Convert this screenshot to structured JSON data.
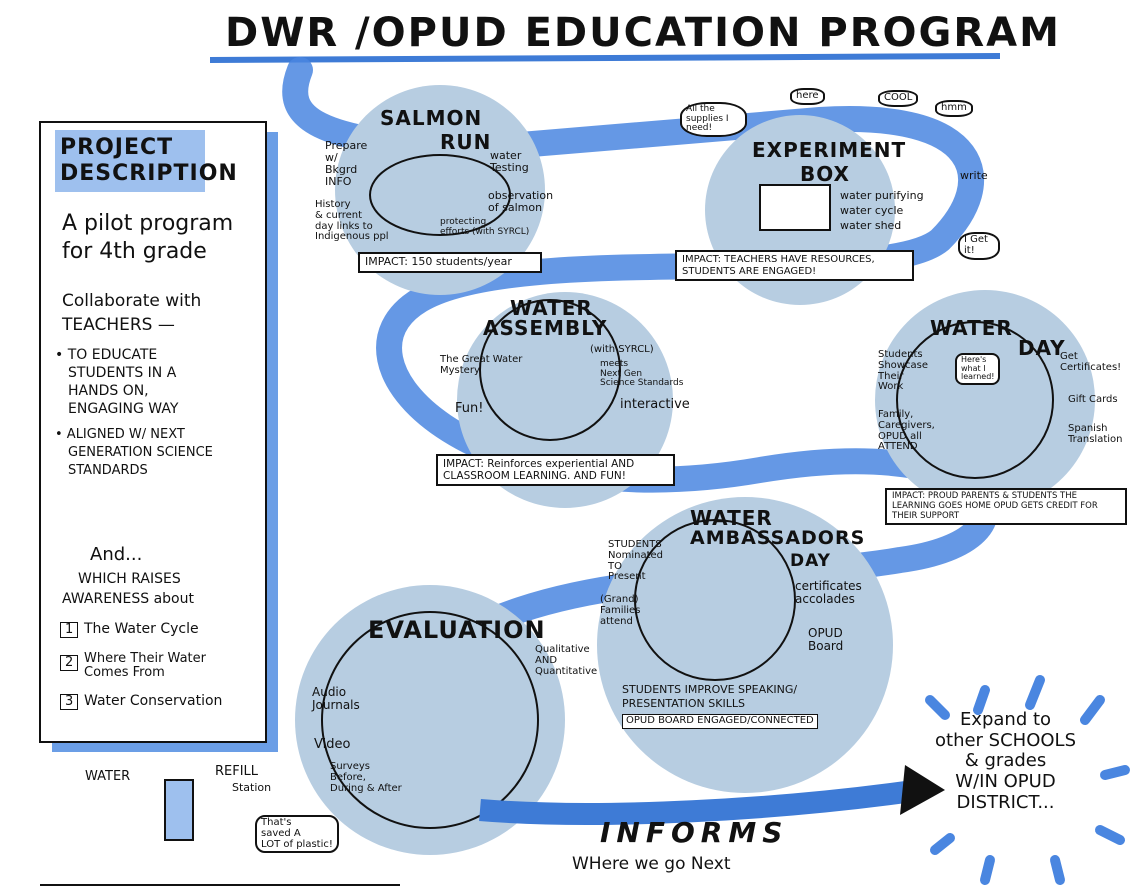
{
  "title": "DWR /OPUD EDUCATION PROGRAM",
  "project": {
    "heading_1": "PROJECT",
    "heading_2": "DESCRIPTION",
    "pilot": "A pilot program",
    "grade": "for 4th grade",
    "collab": "Collaborate with",
    "teachers": "TEACHERS —",
    "bullet1": [
      "• TO EDUCATE",
      "STUDENTS IN A",
      "HANDS ON,",
      "ENGAGING WAY"
    ],
    "bullet2": [
      "• ALIGNED W/ NEXT",
      "GENERATION SCIENCE",
      "STANDARDS"
    ],
    "and": "And...",
    "raises": [
      "WHICH RAISES",
      "AWARENESS about"
    ],
    "items": [
      {
        "num": "1",
        "text": "The Water Cycle"
      },
      {
        "num": "2",
        "text": "Where Their Water\nComes From"
      },
      {
        "num": "3",
        "text": "Water Conservation"
      }
    ]
  },
  "salmon": {
    "title_1": "SALMON",
    "title_2": "RUN",
    "left_1": "Prepare\nw/\nBkgrd\nINFO",
    "left_2": "History\n& current\nday links to\nIndigenous ppl",
    "right_1": "water\nTesting",
    "right_2": "observation\nof salmon",
    "right_3": "protecting\nefforts (with SYRCL)",
    "impact": "IMPACT: 150 students/year"
  },
  "experiment": {
    "title_1": "EXPERIMENT",
    "title_2": "BOX",
    "items": [
      "water purifying",
      "water cycle",
      "water shed"
    ],
    "bubble_supplies": "All the supplies I need!",
    "bubble_here": "here",
    "bubble_cool": "COOL",
    "bubble_hmm": "hmm",
    "write": "write",
    "get_it": "I Get it!",
    "impact": "IMPACT: TEACHERS HAVE RESOURCES, STUDENTS ARE ENGAGED!"
  },
  "assembly": {
    "title_1": "WATER",
    "title_2": "ASSEMBLY",
    "with": "(with SYRCL)",
    "mystery": "The Great Water\nMystery",
    "ngss": "meets\nNext Gen\nScience Standards",
    "interactive": "interactive",
    "fun": "Fun!",
    "impact": "IMPACT: Reinforces experiential AND CLASSROOM LEARNING. AND FUN!"
  },
  "waterday": {
    "title_1": "WATER",
    "title_2": "DAY",
    "showcase": "Students\nShowcase\nTheir\nWork",
    "learned": "Here's\nwhat I\nlearned!",
    "certificates": "Get\nCertificates!",
    "gift": "Gift Cards",
    "spanish": "Spanish\nTranslation",
    "family": "Family,\nCaregivers,\nOPUD all\nATTEND",
    "impact": "IMPACT: PROUD PARENTS & STUDENTS THE LEARNING GOES HOME OPUD GETS CREDIT FOR THEIR SUPPORT"
  },
  "ambassadors": {
    "title_1": "WATER",
    "title_2": "AMBASSADORS",
    "title_3": "DAY",
    "nominated": "STUDENTS\nNominated\nTO\nPresent",
    "families": "(Grand)\nFamilies\nattend",
    "certificates": "certificates\naccolades",
    "board": "OPUD\nBoard",
    "impact_1": "STUDENTS IMPROVE SPEAKING/",
    "impact_2": "PRESENTATION SKILLS",
    "impact_3": "OPUD BOARD ENGAGED/CONNECTED"
  },
  "evaluation": {
    "title": "EVALUATION",
    "qual": "Qualitative\nAND\nQuantitative",
    "audio": "Audio\nJournals",
    "video": "Video",
    "surveys": "Surveys\nBefore,\nDuring & After"
  },
  "refill": {
    "water": "WATER",
    "refill": "REFILL",
    "station": "Station",
    "bubble": "That's\nsaved A\nLOT of plastic!"
  },
  "informs": "INFORMS",
  "next": "WHere we go Next",
  "expand": "Expand to\nother SCHOOLS\n& grades\nW/IN OPUD\nDISTRICT..."
}
